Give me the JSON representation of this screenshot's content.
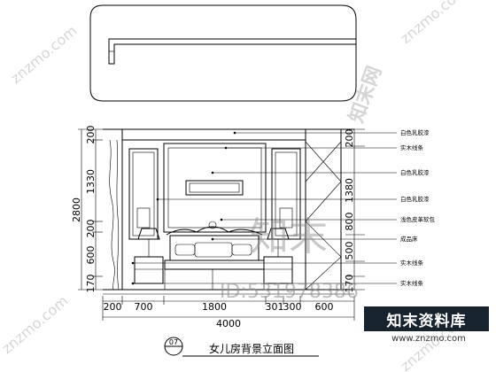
{
  "drawing": {
    "title": "女儿房背景立面图",
    "drawing_number": "07"
  },
  "dimensions": {
    "bottom_overall": "4000",
    "bottom_segments": [
      "200",
      "700",
      "1800",
      "301",
      "300",
      "600"
    ],
    "left_overall": "2800",
    "left_segments": [
      "200",
      "1330",
      "200",
      "600",
      "170"
    ],
    "right_segments": [
      "200",
      "1380",
      "800",
      "500",
      "170"
    ]
  },
  "annotations": [
    "白色乳胶漆",
    "实木线条",
    "白色乳胶漆",
    "白色乳胶漆",
    "浅色皮革软包",
    "成品床",
    "实木线条",
    "实木线条"
  ],
  "watermarks": {
    "id_text": "ID:531978386",
    "site_repeat": "znzmo.com",
    "vertical_mark": "知末网",
    "big_mark": "知末"
  },
  "logo": {
    "brand": "知末资料库",
    "url": "www.znzmo.com"
  }
}
